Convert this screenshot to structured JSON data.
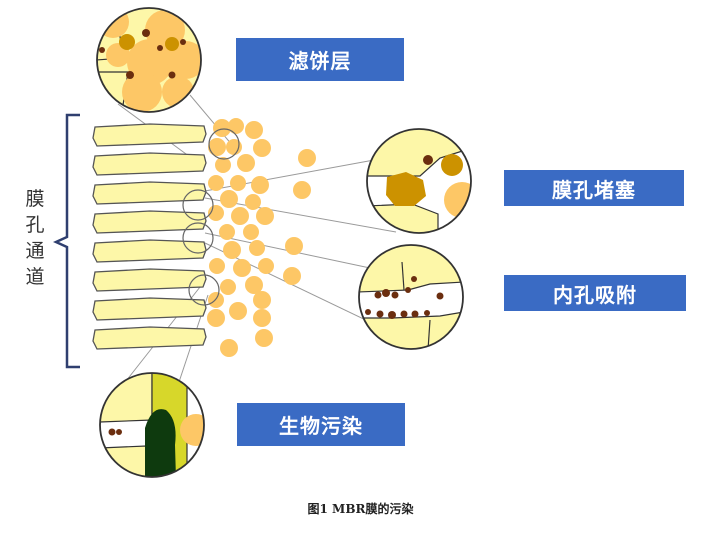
{
  "labels": {
    "cake_layer": "滤饼层",
    "pore_blocking": "膜孔堵塞",
    "internal_adsorption": "内孔吸附",
    "biofouling": "生物污染"
  },
  "bracket_label": [
    "膜",
    "孔",
    "通",
    "道"
  ],
  "caption": "图1  MBR膜的污染",
  "colors": {
    "label_bg": "#3a6bc4",
    "membrane_fill": "#fdf7a8",
    "particle": "#fdc766",
    "foulant": "#6b2e0f",
    "biofilm": "#0e3a0e",
    "blocking_particle": "#cc9200"
  }
}
